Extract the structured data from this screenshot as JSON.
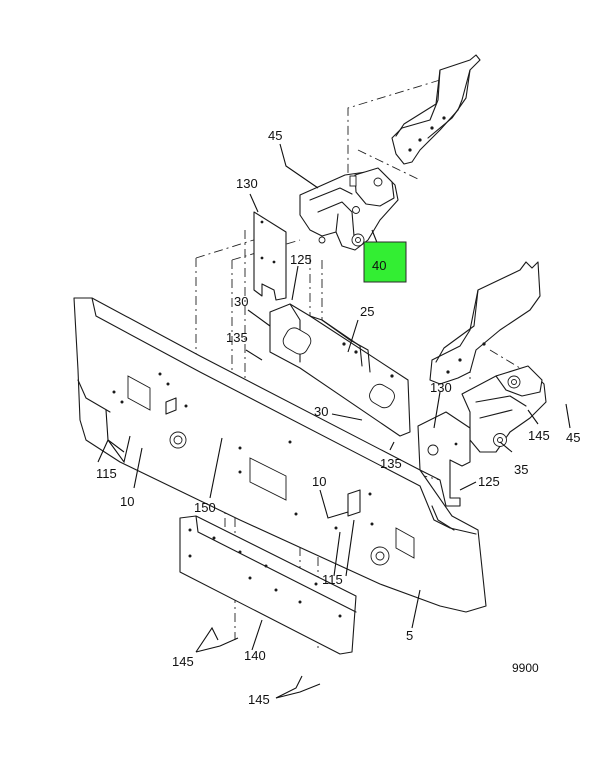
{
  "highlight_color": "#33ee33",
  "labels": {
    "l45a": "45",
    "l130a": "130",
    "l125a": "125",
    "l40": "40",
    "l30a": "30",
    "l25": "25",
    "l135a": "135",
    "l130b": "130",
    "l145a": "145",
    "l45b": "45",
    "l30b": "30",
    "l35": "35",
    "l135b": "135",
    "l125b": "125",
    "l115a": "115",
    "l10a": "10",
    "l150": "150",
    "l10b": "10",
    "l115b": "115",
    "l5": "5",
    "l145b": "145",
    "l140": "140",
    "l145c": "145",
    "figure_number": "9900"
  }
}
